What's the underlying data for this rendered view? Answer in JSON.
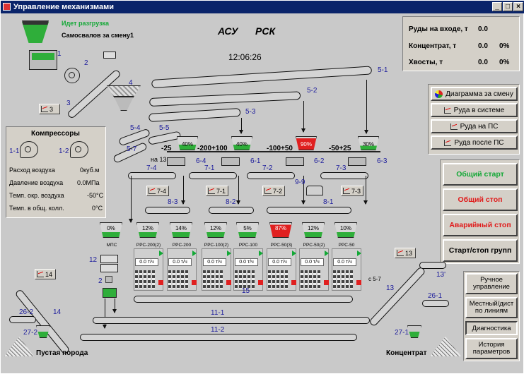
{
  "window": {
    "title": "Управление механизмами",
    "minimize": "_",
    "maximize": "□",
    "close": "×"
  },
  "header": {
    "status": "Идет разгрузка",
    "trucks_label": "Самосвалов за смену",
    "trucks_count": "1",
    "asu": "АСУ",
    "rsk": "РСК",
    "time": "12:06:26"
  },
  "summary": {
    "rows": [
      {
        "label": "Руды на входе, т",
        "value": "0.0",
        "pct": ""
      },
      {
        "label": "Концентрат, т",
        "value": "0.0",
        "pct": "0%"
      },
      {
        "label": "Хвосты, т",
        "value": "0.0",
        "pct": "0%"
      }
    ]
  },
  "side_buttons": {
    "diagram": "Диаграмма за смену",
    "ore_system": "Руда в системе",
    "ore_ps": "Руда на ПС",
    "ore_after_ps": "Руда после ПС",
    "start_all": "Общий старт",
    "stop_all": "Общий стоп",
    "emergency_stop": "Аварийный стоп",
    "start_stop_groups": "Старт/стоп групп",
    "manual": "Ручное управление",
    "local_remote": "Местный/дист по линиям",
    "diagnostics": "Диагностика",
    "history": "История параметров"
  },
  "compressors": {
    "title": "Компрессоры",
    "c1": "1-1",
    "c2": "1-2",
    "rows": [
      {
        "label": "Расход воздуха",
        "value": "0куб.м"
      },
      {
        "label": "Давление воздуха",
        "value": "0.0МПа"
      },
      {
        "label": "Темп. окр. воздуха",
        "value": "-50°C"
      },
      {
        "label": "Темп. в общ. колл.",
        "value": "0°C"
      }
    ]
  },
  "labels": {
    "n1": "1",
    "n2": "2",
    "n3": "3",
    "n4": "4",
    "n51": "5-1",
    "n52": "5-2",
    "n53": "5-3",
    "n54": "5-4",
    "n55": "5-5",
    "n57": "5-7",
    "n61": "6-1",
    "n62": "6-2",
    "n63": "6-3",
    "n64": "6-4",
    "n71": "7-1",
    "n72": "7-2",
    "n73": "7-3",
    "n74": "7-4",
    "n81": "8-1",
    "n82": "8-2",
    "n83": "8-3",
    "n99": "9-9",
    "n12": "12",
    "n13": "13",
    "n13b": "13'",
    "n14": "14",
    "n15": "15",
    "n111": "11-1",
    "n112": "11-2",
    "n261": "26-1",
    "n262": "26-2",
    "n271": "27-1",
    "n272": "27-2",
    "n2b": "2",
    "na13": "на 13",
    "c57": "с 5-7",
    "m25": "-25",
    "r200": "-200+100",
    "r100": "-100+50",
    "r50": "-50+25",
    "waste": "Пустая порода",
    "concentrate": "Концентрат"
  },
  "chart_buttons": [
    "3",
    "7-4",
    "7-1",
    "7-2",
    "7-3",
    "14",
    "13"
  ],
  "top_hoppers": [
    {
      "pct": "40%",
      "fill": 0.4,
      "color": "#2fae3a"
    },
    {
      "pct": "40%",
      "fill": 0.4,
      "color": "#2fae3a"
    },
    {
      "pct": "90%",
      "fill": 0.9,
      "color": "#e02020"
    },
    {
      "pct": "30%",
      "fill": 0.3,
      "color": "#2fae3a"
    }
  ],
  "bottom_hoppers": [
    {
      "pct": "0%",
      "fill": 0.0,
      "name": "МПС",
      "color": "#2fae3a"
    },
    {
      "pct": "12%",
      "fill": 0.12,
      "name": "РРС-200(2)",
      "color": "#2fae3a"
    },
    {
      "pct": "14%",
      "fill": 0.14,
      "name": "РРС-200",
      "color": "#2fae3a"
    },
    {
      "pct": "12%",
      "fill": 0.12,
      "name": "РРС-100(2)",
      "color": "#2fae3a"
    },
    {
      "pct": "5%",
      "fill": 0.05,
      "name": "РРС-100",
      "color": "#2fae3a"
    },
    {
      "pct": "87%",
      "fill": 0.87,
      "name": "РРС-50(3)",
      "color": "#e02020"
    },
    {
      "pct": "12%",
      "fill": 0.12,
      "name": "РРС-50(2)",
      "color": "#2fae3a"
    },
    {
      "pct": "10%",
      "fill": 0.1,
      "name": "РРС-50",
      "color": "#2fae3a"
    }
  ],
  "separator_rate": "0.0 т/ч"
}
